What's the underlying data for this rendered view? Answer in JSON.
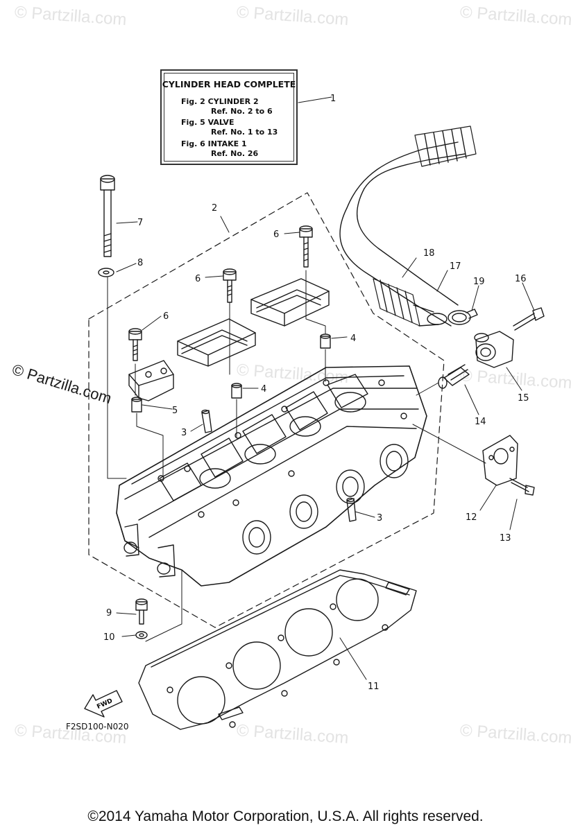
{
  "watermarks": {
    "text": "© Partzilla.com",
    "side_text": "© Partzilla.com"
  },
  "legend": {
    "title": "CYLINDER HEAD COMPLETE",
    "lines": [
      "Fig. 2 CYLINDER 2",
      "Ref. No. 2 to 6",
      "Fig. 5 VALVE",
      "Ref. No. 1 to 13",
      "Fig. 6 INTAKE 1",
      "Ref. No. 26"
    ]
  },
  "callouts": {
    "c1": "1",
    "c2": "2",
    "c3a": "3",
    "c3b": "3",
    "c4a": "4",
    "c4b": "4",
    "c5": "5",
    "c6a": "6",
    "c6b": "6",
    "c6c": "6",
    "c7": "7",
    "c8": "8",
    "c9": "9",
    "c10": "10",
    "c11": "11",
    "c12": "12",
    "c13": "13",
    "c14": "14",
    "c15": "15",
    "c16": "16",
    "c17": "17",
    "c18": "18",
    "c19": "19"
  },
  "fwd_label": "FWD",
  "figure_code": "F2SD100-N020",
  "copyright": "©2014  Yamaha Motor Corporation, U.S.A. All rights reserved.",
  "colors": {
    "line": "#1a1a1a",
    "watermark": "#e3e3e3"
  }
}
